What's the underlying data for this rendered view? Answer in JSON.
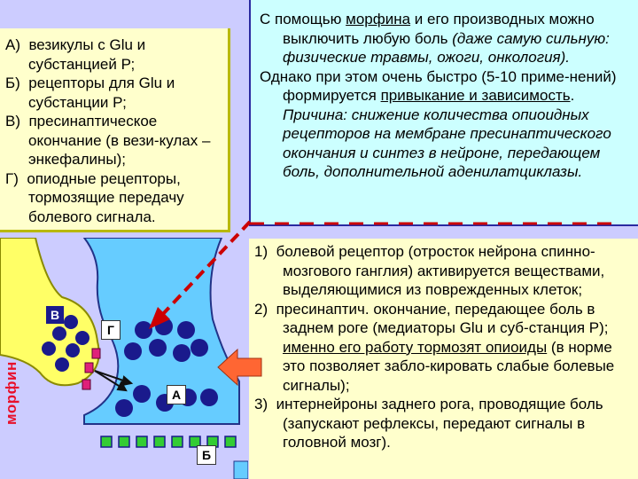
{
  "left_box": {
    "items": [
      {
        "marker": "А)",
        "text": "везикулы с Glu и субстанцией Р;"
      },
      {
        "marker": "Б)",
        "text": "рецепторы для Glu и субстанции Р;"
      },
      {
        "marker": "В)",
        "text": "пресинаптическое окончание (в вези-кулах – энкефалины);"
      },
      {
        "marker": "Г)",
        "text": "опиодные рецепторы, тормозящие передачу болевого сигнала."
      }
    ]
  },
  "top_right": {
    "p1_a": "С помощью ",
    "p1_b": "морфина",
    "p1_c": " и его производных можно выключить любую боль ",
    "p1_d": "(даже самую сильную: физические травмы, ожоги, онкология).",
    "p2_a": "Однако при этом очень быстро (5-10 приме-нений) формируется ",
    "p2_b": "привыкание и зависимость",
    "p2_c": ". ",
    "p2_d": "Причина: снижение количества опиоидных рецепторов на мембране пресинаптического окончания и синтез в нейроне, передающем боль, дополнительной аденилатциклазы."
  },
  "bottom_right": {
    "items": [
      {
        "marker": "1)",
        "text": "болевой рецептор (отросток нейрона спинно-мозгового ганглия) активируется веществами, выделяющимися из поврежденных клеток;"
      },
      {
        "marker": "2)",
        "text_a": "пресинаптич. окончание, передающее боль в заднем роге (медиаторы Glu и суб-станция Р); ",
        "text_b": "именно его работу тормозят опиоиды",
        "text_c": " (в норме это позволяет забло-кировать слабые болевые сигналы);"
      },
      {
        "marker": "3)",
        "text": "интернейроны заднего рога, проводящие боль (запускают рефлексы, передают сигналы в головной мозг)."
      }
    ]
  },
  "diagram": {
    "label_v": "В",
    "label_g": "Г",
    "label_a": "А",
    "label_b": "Б",
    "label_morphine": "морфин"
  },
  "colors": {
    "background": "#ccccff",
    "left_box": "#ffffcc",
    "top_right_box": "#ccffff",
    "neuron_yellow": "#ffff66",
    "terminal_blue": "#66ccff",
    "vesicle": "#1a1a8c",
    "receptor_green": "#33cc33",
    "receptor_pink": "#e0207a",
    "dashed_arrow": "#cc0000",
    "block_arrow": "#ff6633"
  }
}
